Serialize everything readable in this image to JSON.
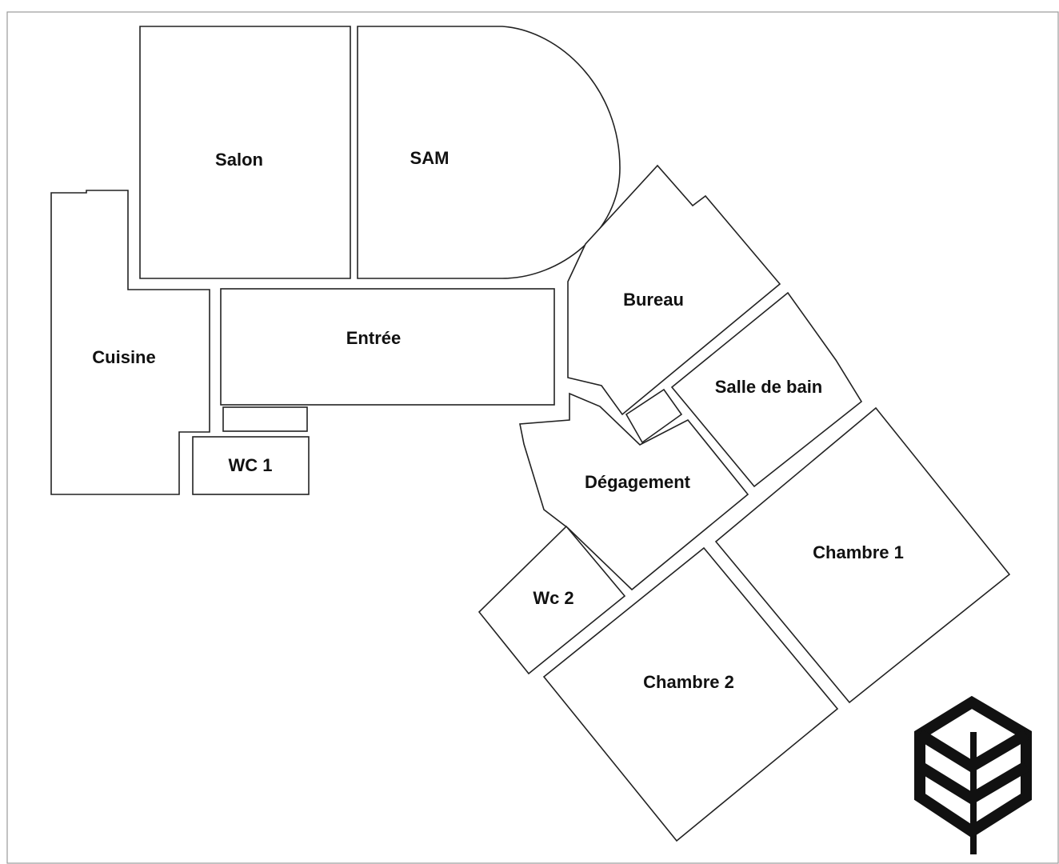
{
  "plan": {
    "rooms": {
      "salon": "Salon",
      "sam": "SAM",
      "cuisine": "Cuisine",
      "entree": "Entrée",
      "wc1": "WC 1",
      "bureau": "Bureau",
      "salle_de_bain": "Salle de bain",
      "degagement": "Dégagement",
      "wc2": "Wc 2",
      "chambre1": "Chambre 1",
      "chambre2": "Chambre 2"
    }
  },
  "logo": {
    "icon": "house-leaf-logo-icon"
  }
}
